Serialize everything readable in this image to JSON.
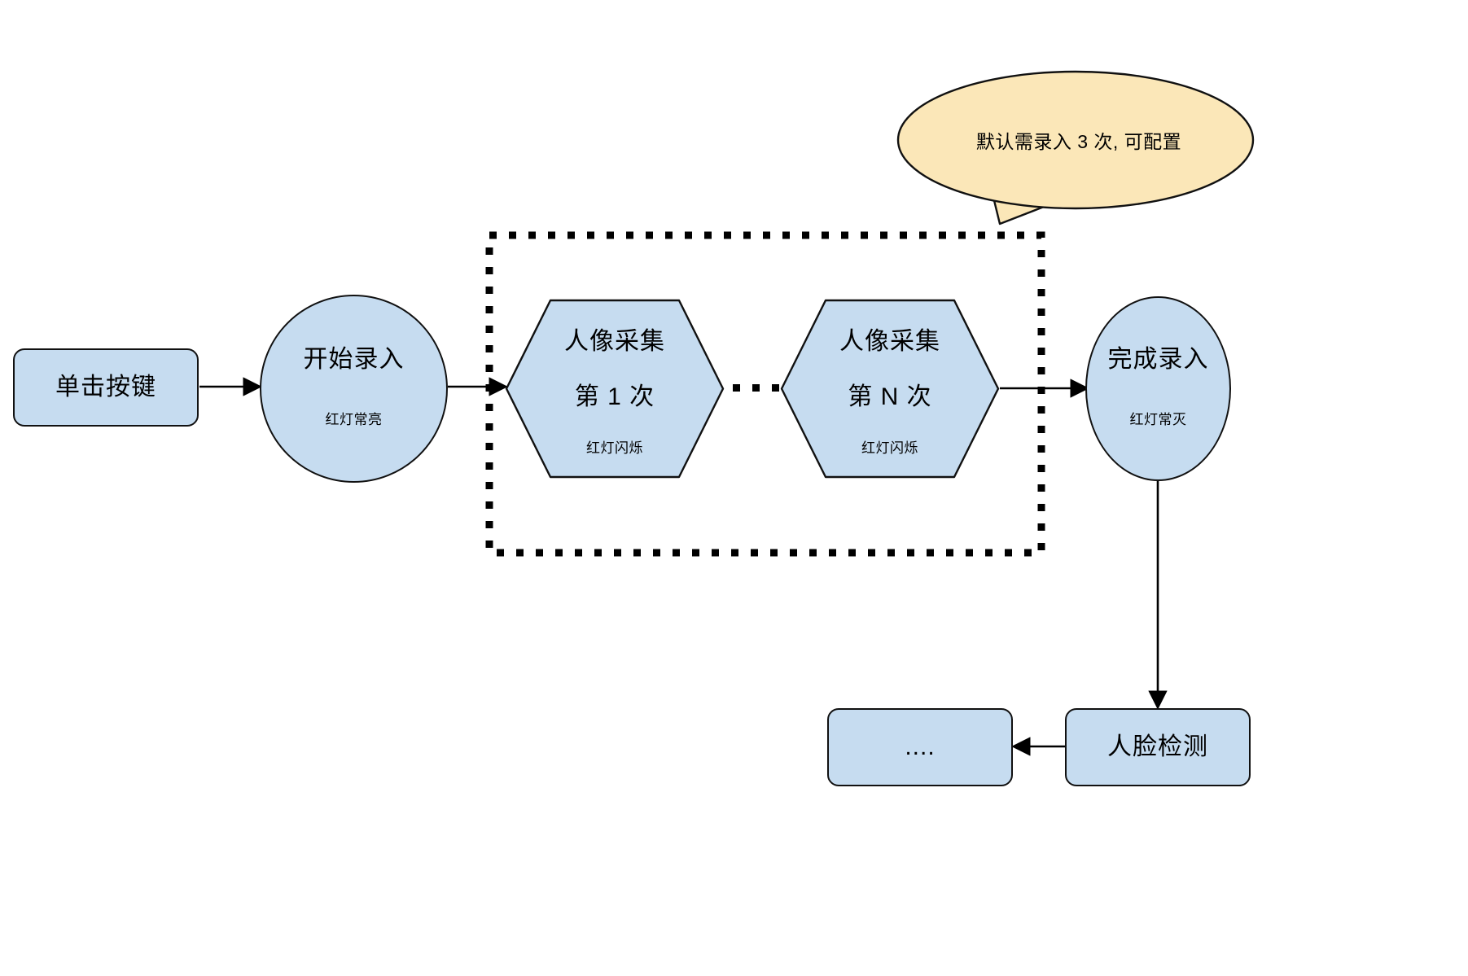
{
  "diagram": {
    "title_text": "",
    "colors": {
      "node_fill": "#c6dcf0",
      "node_stroke": "#111111",
      "callout_fill": "#fbe7b8",
      "callout_stroke": "#111111",
      "edge": "#000000",
      "background": "#ffffff"
    },
    "nodes": [
      {
        "id": "click-key",
        "shape": "rounded-rect",
        "title": "单击按键",
        "sub": ""
      },
      {
        "id": "start-enroll",
        "shape": "circle",
        "title": "开始录入",
        "sub": "红灯常亮"
      },
      {
        "id": "capture-1",
        "shape": "hexagon",
        "title": "人像采集",
        "title2": "第 1 次",
        "sub": "红灯闪烁"
      },
      {
        "id": "capture-n",
        "shape": "hexagon",
        "title": "人像采集",
        "title2": "第 N 次",
        "sub": "红灯闪烁"
      },
      {
        "id": "finish-enroll",
        "shape": "circle",
        "title": "完成录入",
        "sub": "红灯常灭"
      },
      {
        "id": "face-detect",
        "shape": "rounded-rect",
        "title": "人脸检测",
        "sub": ""
      },
      {
        "id": "more",
        "shape": "rounded-rect",
        "title": "....",
        "sub": ""
      }
    ],
    "callout": {
      "text": "默认需录入 3 次, 可配置"
    },
    "group": {
      "label": "",
      "border_style": "dotted"
    },
    "ellipsis_between_captures": {
      "dot_count": 4
    }
  }
}
